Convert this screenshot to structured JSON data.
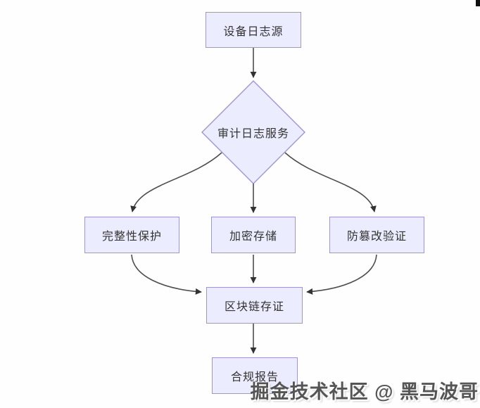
{
  "diagram": {
    "type": "flowchart",
    "nodes": [
      {
        "id": "device-log-source",
        "label": "设备日志源",
        "shape": "rect"
      },
      {
        "id": "audit-log-service",
        "label": "审计日志服务",
        "shape": "diamond"
      },
      {
        "id": "integrity-protection",
        "label": "完整性保护",
        "shape": "rect"
      },
      {
        "id": "encrypted-storage",
        "label": "加密存储",
        "shape": "rect"
      },
      {
        "id": "tamper-proof-verification",
        "label": "防篡改验证",
        "shape": "rect"
      },
      {
        "id": "blockchain-evidence",
        "label": "区块链存证",
        "shape": "rect"
      },
      {
        "id": "compliance-report",
        "label": "合规报告",
        "shape": "rect"
      }
    ],
    "edges": [
      {
        "from": "设备日志源",
        "to": "审计日志服务"
      },
      {
        "from": "审计日志服务",
        "to": "完整性保护"
      },
      {
        "from": "审计日志服务",
        "to": "加密存储"
      },
      {
        "from": "审计日志服务",
        "to": "防篡改验证"
      },
      {
        "from": "完整性保护",
        "to": "区块链存证"
      },
      {
        "from": "加密存储",
        "to": "区块链存证"
      },
      {
        "from": "防篡改验证",
        "to": "区块链存证"
      },
      {
        "from": "区块链存证",
        "to": "合规报告"
      }
    ],
    "colors": {
      "node_fill": "#ECECFF",
      "node_border": "#9e94d6",
      "edge": "#4d4d4d",
      "arrowhead": "#333333",
      "text": "#333333"
    }
  },
  "watermark": {
    "text": "掘金技术社区 @ 黑马波哥"
  }
}
